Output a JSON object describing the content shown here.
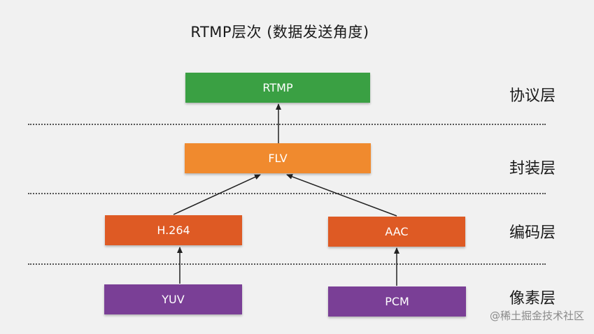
{
  "title": "RTMP层次 (数据发送角度)",
  "colors": {
    "protocol": "#3aa043",
    "container": "#f08a2e",
    "codec": "#de5a24",
    "pixel": "#7a3f96",
    "arrow": "#222222"
  },
  "nodes": {
    "rtmp": "RTMP",
    "flv": "FLV",
    "h264": "H.264",
    "aac": "AAC",
    "yuv": "YUV",
    "pcm": "PCM"
  },
  "layers": {
    "protocol": "协议层",
    "container": "封装层",
    "codec": "编码层",
    "pixel": "像素层"
  },
  "watermark": "@稀土掘金技术社区"
}
